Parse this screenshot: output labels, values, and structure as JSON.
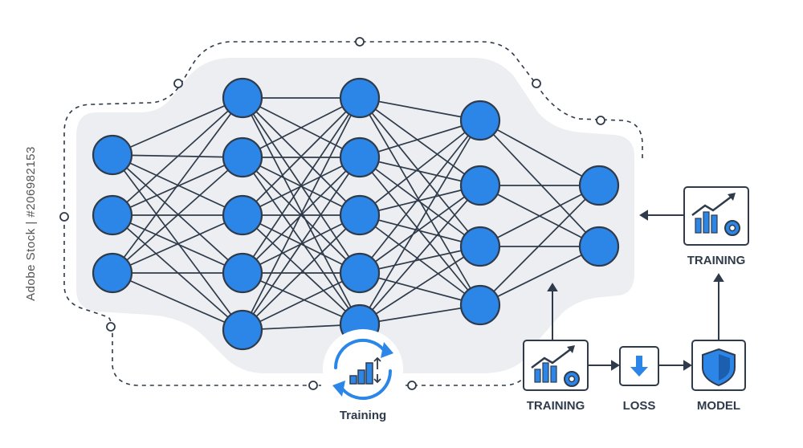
{
  "stock_caption": "Adobe Stock | #206982153",
  "colors": {
    "node_fill": "#2b86e8",
    "stroke": "#2f3b4a",
    "panel": "#eceef1",
    "accent": "#2b86e8"
  },
  "network": {
    "layers": [
      3,
      5,
      5,
      4,
      2
    ]
  },
  "cycle": {
    "label": "Training",
    "icon": "refresh-cycle-icon"
  },
  "pipeline": {
    "steps": [
      {
        "label": "TRAINING",
        "icon": "growth-chart-gear-icon"
      },
      {
        "label": "LOSS",
        "icon": "download-arrow-icon"
      },
      {
        "label": "MODEL",
        "icon": "shield-icon"
      }
    ],
    "top": {
      "label": "TRAINING",
      "icon": "growth-chart-gear-icon"
    }
  }
}
